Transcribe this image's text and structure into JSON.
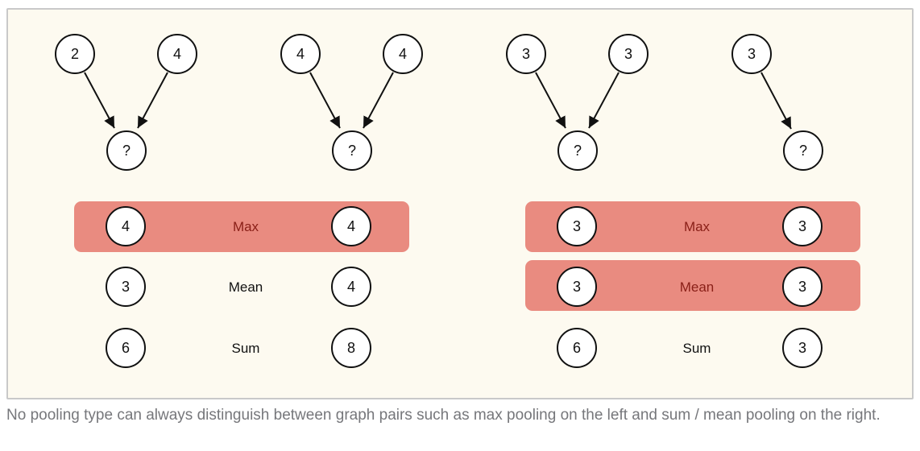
{
  "figure": {
    "graphs": [
      {
        "id": "left-graph-1",
        "parent_values": [
          "2",
          "4"
        ],
        "pooled_value": "?"
      },
      {
        "id": "left-graph-2",
        "parent_values": [
          "4",
          "4"
        ],
        "pooled_value": "?"
      },
      {
        "id": "right-graph-1",
        "parent_values": [
          "3",
          "3"
        ],
        "pooled_value": "?"
      },
      {
        "id": "right-graph-2",
        "parent_values": [
          "3"
        ],
        "pooled_value": "?"
      }
    ],
    "pooling": {
      "left_group": {
        "rows": [
          {
            "label": "Max",
            "values": [
              "4",
              "4"
            ],
            "highlighted": true
          },
          {
            "label": "Mean",
            "values": [
              "3",
              "4"
            ],
            "highlighted": false
          },
          {
            "label": "Sum",
            "values": [
              "6",
              "8"
            ],
            "highlighted": false
          }
        ]
      },
      "right_group": {
        "rows": [
          {
            "label": "Max",
            "values": [
              "3",
              "3"
            ],
            "highlighted": true
          },
          {
            "label": "Mean",
            "values": [
              "3",
              "3"
            ],
            "highlighted": true
          },
          {
            "label": "Sum",
            "values": [
              "6",
              "3"
            ],
            "highlighted": false
          }
        ]
      }
    }
  },
  "caption": "No pooling type can always distinguish between graph pairs such as max pooling on the left and sum / mean pooling on the right.",
  "colors": {
    "panel_background": "#fdfaf0",
    "panel_border": "#c9c9c9",
    "highlight_band": "#e98b80",
    "highlight_text": "#8a2018",
    "node_fill": "#ffffff",
    "node_stroke": "#111111",
    "caption_text": "#76777b"
  }
}
